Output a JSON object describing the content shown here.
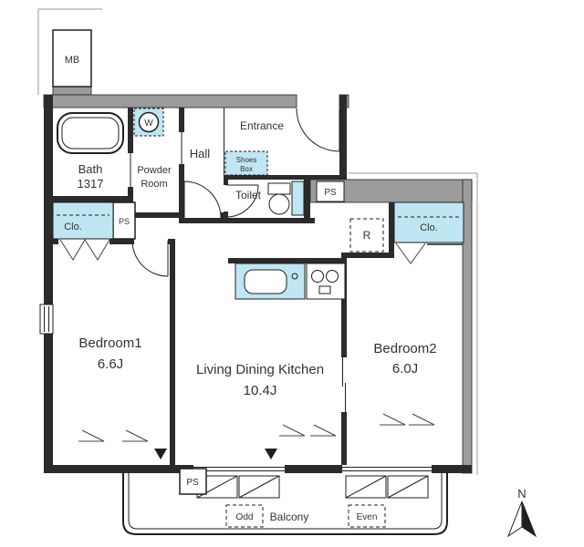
{
  "floorplan": {
    "colors": {
      "accent_blue": "#bfe6f2",
      "wall_gray": "#9c9c9c",
      "wall_dark": "#2b2b2b",
      "line": "#1f1f1f",
      "text": "#333333"
    },
    "rooms": {
      "mb": "MB",
      "bath": {
        "name": "Bath",
        "size": "1317"
      },
      "powder_room": {
        "line1": "Powder",
        "line2": "Room",
        "washer": "W"
      },
      "hall": "Hall",
      "entrance": {
        "name": "Entrance",
        "shoes_line1": "Shoes",
        "shoes_line2": "Box"
      },
      "toilet": "Toilet",
      "bedroom1": {
        "name": "Bedroom1",
        "size": "6.6J"
      },
      "ldk": {
        "name": "Living Dining Kitchen",
        "size": "10.4J"
      },
      "bedroom2": {
        "name": "Bedroom2",
        "size": "6.0J"
      },
      "balcony": {
        "name": "Balcony",
        "odd": "Odd",
        "even": "Even"
      }
    },
    "fixtures": {
      "fridge": "R",
      "closet_left": "Clo.",
      "closet_right": "Clo.",
      "ps_top": "PS",
      "ps_left": "PS",
      "ps_bottom": "PS"
    },
    "compass": {
      "north": "N"
    }
  }
}
